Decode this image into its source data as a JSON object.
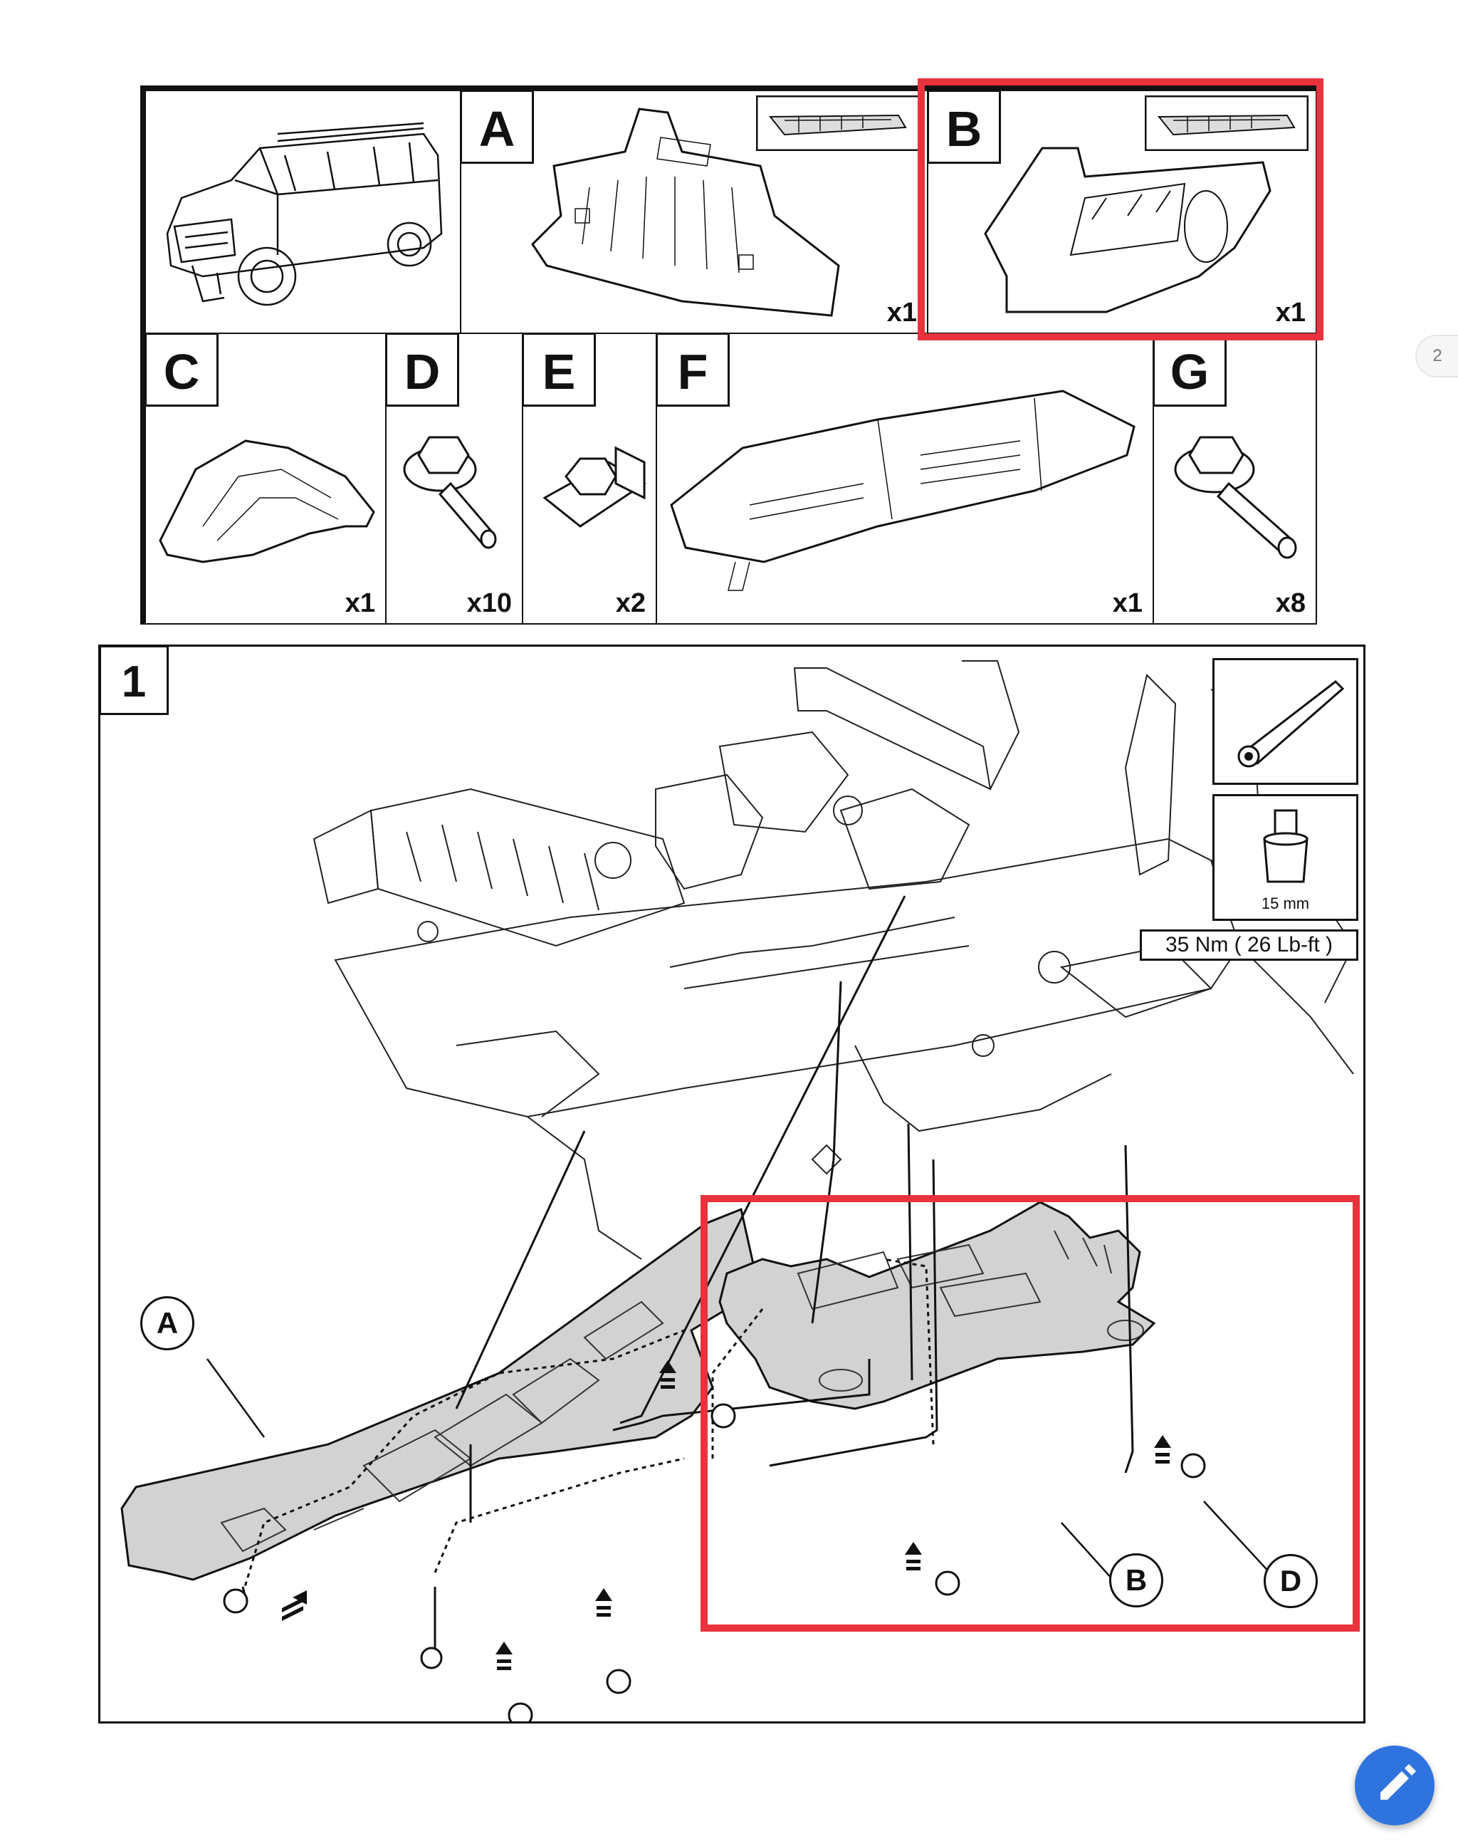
{
  "parts": {
    "A": {
      "letter": "A",
      "qty": "x1"
    },
    "B": {
      "letter": "B",
      "qty": "x1"
    },
    "C": {
      "letter": "C",
      "qty": "x1"
    },
    "D": {
      "letter": "D",
      "qty": "x10"
    },
    "E": {
      "letter": "E",
      "qty": "x2"
    },
    "F": {
      "letter": "F",
      "qty": "x1"
    },
    "G": {
      "letter": "G",
      "qty": "x8"
    }
  },
  "step": {
    "number": "1",
    "socket_size": "15 mm",
    "torque": "35 Nm ( 26  Lb-ft )",
    "callouts": {
      "a": "A",
      "b": "B",
      "d": "D"
    }
  },
  "page_indicator": "2",
  "colors": {
    "highlight": "#e8323c",
    "fab": "#2f74de",
    "skid_fill": "#d2d2d2"
  },
  "icons": {
    "fab": "pencil-icon",
    "tool": "ratchet-icon",
    "socket": "socket-icon"
  }
}
